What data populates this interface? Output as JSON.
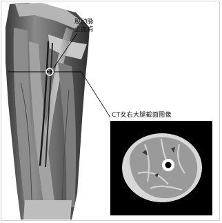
{
  "labels": {
    "artery_line1": "股动脉",
    "artery_line2": "止血点",
    "ct_caption": "CT女右大腿截面图像"
  },
  "colors": {
    "background": "#ffffff",
    "ct_background": "#000000",
    "bone": "#ffffff",
    "muscle": "#9a9a9a",
    "fat": "#d8d8d8"
  },
  "icons": {
    "marker": "bleeding-point-circle"
  }
}
